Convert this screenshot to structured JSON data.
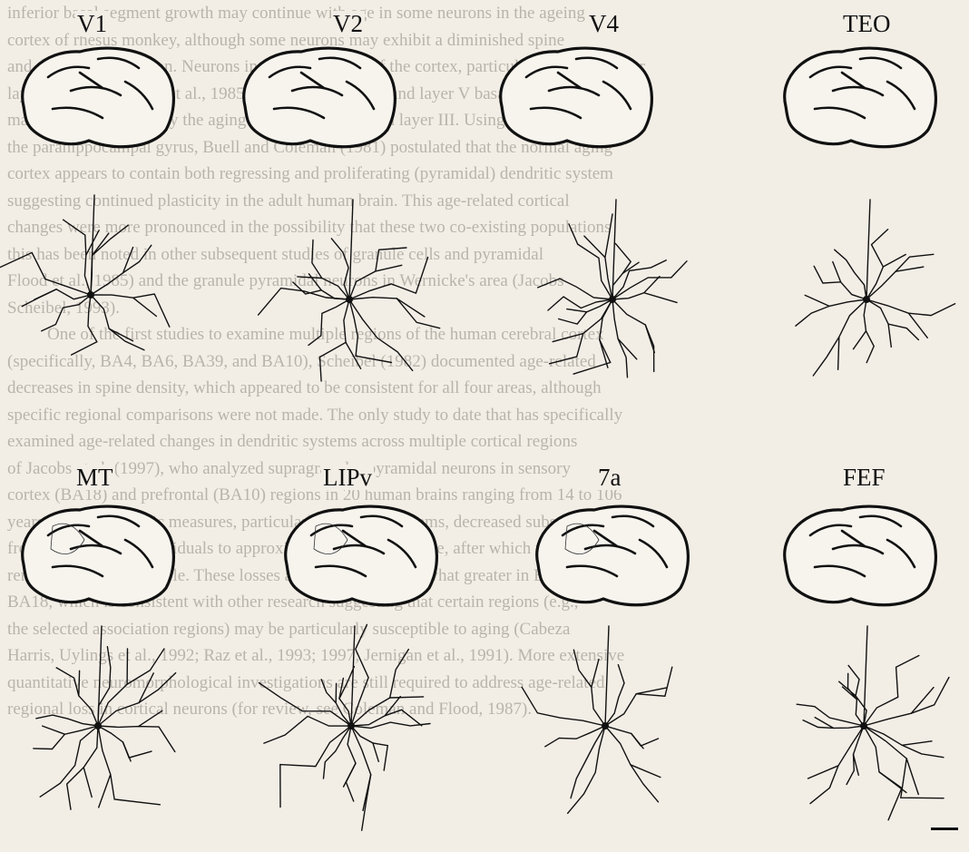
{
  "background_text": {
    "lines": [
      "inferior basal segment growth may continue with age in some neurons in the ageing",
      "cortex of rhesus monkey, although some neurons may exhibit a diminished spine",
      "and dendritic regression. Neurons in different layers of the cortex, particularly supragranular",
      "layers (e.g., Nakamura et al., 1985), for example, basal and layer V basal dendritic",
      "may be more affected by the aging process than those in layer III. Using Golgi stain",
      "the parahippocampal gyrus, Buell and Coleman (1981) postulated that the normal aging",
      "cortex appears to contain both regressing and proliferating (pyramidal) dendritic system",
      "suggesting continued plasticity in the adult human brain. This age-related cortical",
      "changes were more pronounced in the possibility that these two co-existing populations",
      "this has been noted in other subsequent studies of granule cells and pyramidal",
      "Flood et al., 1985) and the granule pyramidal neurons in Wernicke's area (Jacobs",
      "Scheibel, 1993).",
      "One of the first studies to examine multiple regions of the human cerebral cortex",
      "(specifically, BA4, BA6, BA39, and BA10), Scheibel (1982) documented age-related",
      "decreases in spine density, which appeared to be consistent for all four areas, although",
      "specific regional comparisons were not made. The only study to date that has specifically",
      "examined age-related changes in dendritic systems across multiple cortical regions",
      "of Jacobs et al. (1997), who analyzed supragranular pyramidal neurons in sensory",
      "cortex (BA18) and prefrontal (BA10) regions in 20 human brains ranging from 14 to 106",
      "years of age. Dendritic measures, particularly for spine systems, decreased substantially",
      "from the youngest individuals to approximately 40 years of age, after which the measures",
      "remained relatively stable. These losses appeared to be somewhat greater in BA10 than",
      "BA18, which is consistent with other research suggesting that certain regions (e.g.,",
      "the selected association regions) may be particularly susceptible to aging (Cabeza",
      "Harris, Uylings et al., 1992; Raz et al., 1993; 1997; Jernigan et al., 1991). More extensive",
      "quantitative neuromorphological investigations are still required to address age-related",
      "regional loss in cortical neurons (for review, see Coleman and Flood, 1987)."
    ]
  },
  "panels": [
    {
      "label": "V1"
    },
    {
      "label": "V2"
    },
    {
      "label": "V4"
    },
    {
      "label": "TEO"
    },
    {
      "label": "MT"
    },
    {
      "label": "LIPv"
    },
    {
      "label": "7a"
    },
    {
      "label": "FEF"
    }
  ]
}
